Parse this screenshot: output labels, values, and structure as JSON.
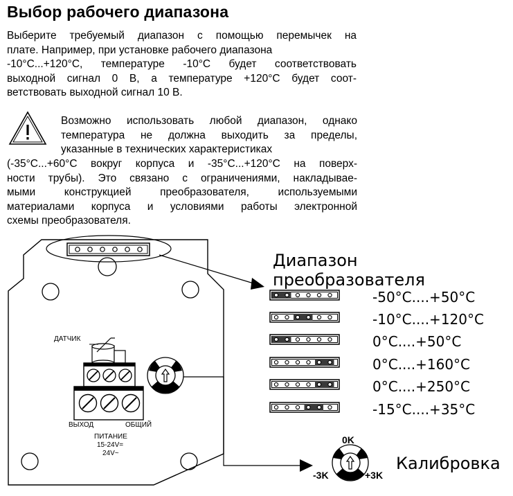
{
  "title": "Выбор рабочего диапазона",
  "intro_lines": [
    "Выберите требуемый диапазон с помощью перемычек на",
    "плате. Например, при установке рабочего диапазона",
    "-10°C...+120°C, температуре -10°C будет соответствовать",
    "выходной сигнал 0 В, а температуре +120°C будет соот-",
    "ветствовать выходной сигнал 10 В."
  ],
  "warning": {
    "icon": "warning-triangle-icon",
    "lines": [
      "Возможно использовать любой диапазон, однако",
      "температура не должна выходить за пределы,",
      "указанные в технических характеристиках"
    ],
    "rest_lines": [
      "(-35°C...+60°C вокруг корпуса и -35°C...+120°C на поверх-",
      "ности трубы). Это связано с ограничениями, накладывае-",
      "мыми конструкцией преобразователя, используемыми",
      "материалами корпуса и условиями работы электронной",
      "схемы преобразователя."
    ]
  },
  "board": {
    "sensor_label": "ДАТЧИК",
    "output_label": "ВЫХОД",
    "common_label": "ОБЩИЙ",
    "power_label": "ПИТАНИЕ",
    "power_dc": "15-24V=",
    "power_ac": "24V~"
  },
  "ranges": {
    "title": "Диапазон преобразователя",
    "items": [
      {
        "label": "-50°C....+50°C",
        "jumper_start": 0
      },
      {
        "label": "-10°C....+120°C",
        "jumper_start": 2
      },
      {
        "label": "0°C....+50°C",
        "jumper_start": 0
      },
      {
        "label": "0°C....+160°C",
        "jumper_start": 4
      },
      {
        "label": "0°C....+250°C",
        "jumper_start": 4
      },
      {
        "label": "-15°C....+35°C",
        "jumper_start": 3
      }
    ]
  },
  "calibration": {
    "title": "Калибровка",
    "top": "0K",
    "left": "-3K",
    "right": "+3K"
  }
}
